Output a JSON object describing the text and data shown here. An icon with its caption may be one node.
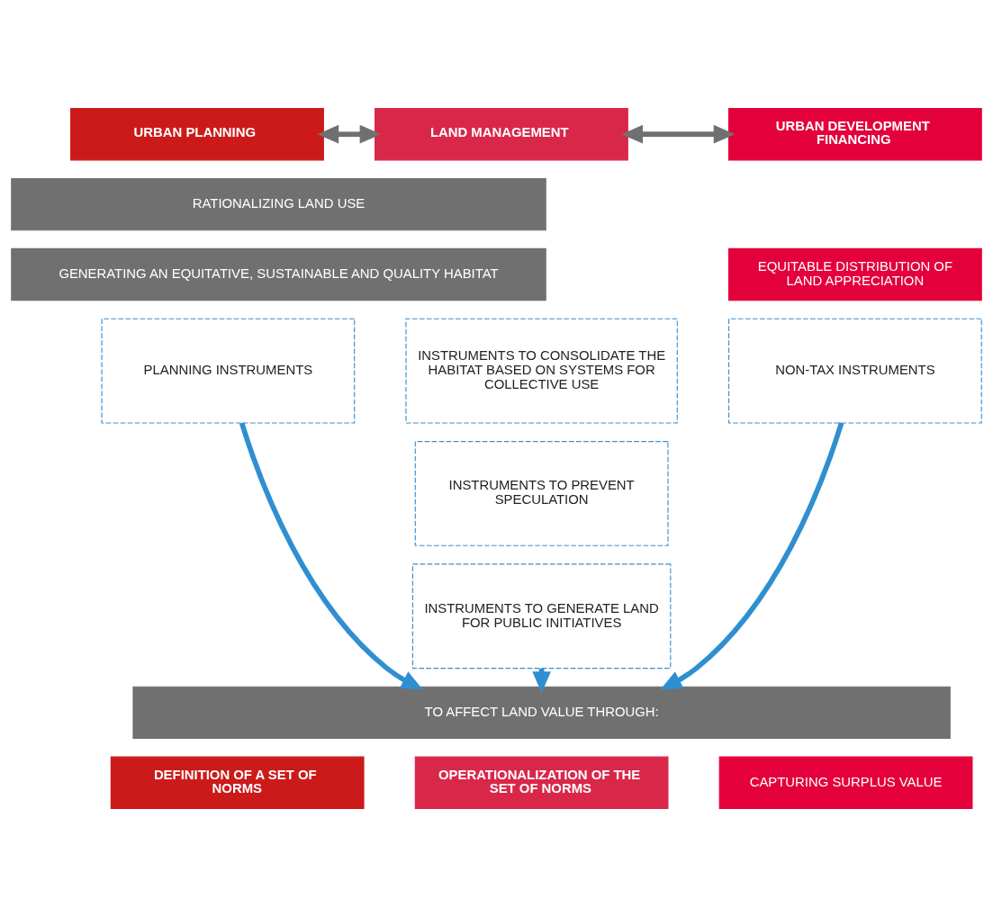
{
  "diagram": {
    "nodes": [
      {
        "text": [
          "URBAN PLANNING"
        ]
      },
      {
        "text": [
          "LAND MANAGEMENT"
        ]
      },
      {
        "text": [
          "URBAN DEVELOPMENT FINANCING"
        ]
      },
      {
        "text": [
          "RATIONALIZING LAND USE"
        ]
      },
      {
        "text": [
          "GENERATING AN EQUITATIVE, SUSTAINABLE AND QUALITY HABITAT"
        ]
      },
      {
        "text": [
          "EQUITABLE DISTRIBUTION OF LAND APPRECIATION"
        ]
      },
      {
        "text": [
          "PLANNING INSTRUMENTS"
        ]
      },
      {
        "text": [
          "INSTRUMENTS TO CONSOLIDATE THE HABITAT BASED ON SYSTEMS FOR COLLECTIVE USE"
        ]
      },
      {
        "text": [
          "NON-TAX INSTRUMENTS"
        ]
      },
      {
        "text": [
          "INSTRUMENTS TO PREVENT SPECULATION"
        ]
      },
      {
        "text": [
          "INSTRUMENTS TO GENERATE LAND FOR PUBLIC INITIATIVES"
        ]
      },
      {
        "text": [
          "TO AFFECT LAND VALUE THROUGH:"
        ]
      },
      {
        "text": [
          "DEFINITION OF A SET OF NORMS"
        ]
      },
      {
        "text": [
          "OPERATIONALIZATION OF THE SET OF NORMS"
        ]
      },
      {
        "text": [
          "CAPTURING SURPLUS VALUE"
        ]
      }
    ],
    "edges": [
      {
        "from": 0,
        "to": 1,
        "arrow": "both",
        "color": "#707070"
      },
      {
        "from": 1,
        "to": 2,
        "arrow": "both",
        "color": "#707070"
      },
      {
        "from": 6,
        "to": 11,
        "arrow": "to"
      },
      {
        "from": 10,
        "to": 11,
        "arrow": "to"
      },
      {
        "from": 8,
        "to": 11,
        "arrow": "to"
      }
    ]
  }
}
